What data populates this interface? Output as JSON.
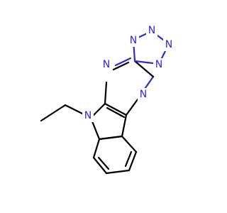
{
  "molecule": {
    "atoms": [
      {
        "id": "n_tz_top",
        "label": "N"
      },
      {
        "id": "n_tz_topright",
        "label": "N"
      },
      {
        "id": "n_tz_right",
        "label": "N"
      },
      {
        "id": "n_tz_bridge",
        "label": "N"
      },
      {
        "id": "n_pyr_left",
        "label": "N"
      },
      {
        "id": "n_pyr_bottom",
        "label": "N"
      },
      {
        "id": "n_indole",
        "label": "N"
      }
    ]
  },
  "colors": {
    "nitrogen": "#2b2bd8",
    "carbon_bond": "#000000",
    "background": "#ffffff"
  }
}
